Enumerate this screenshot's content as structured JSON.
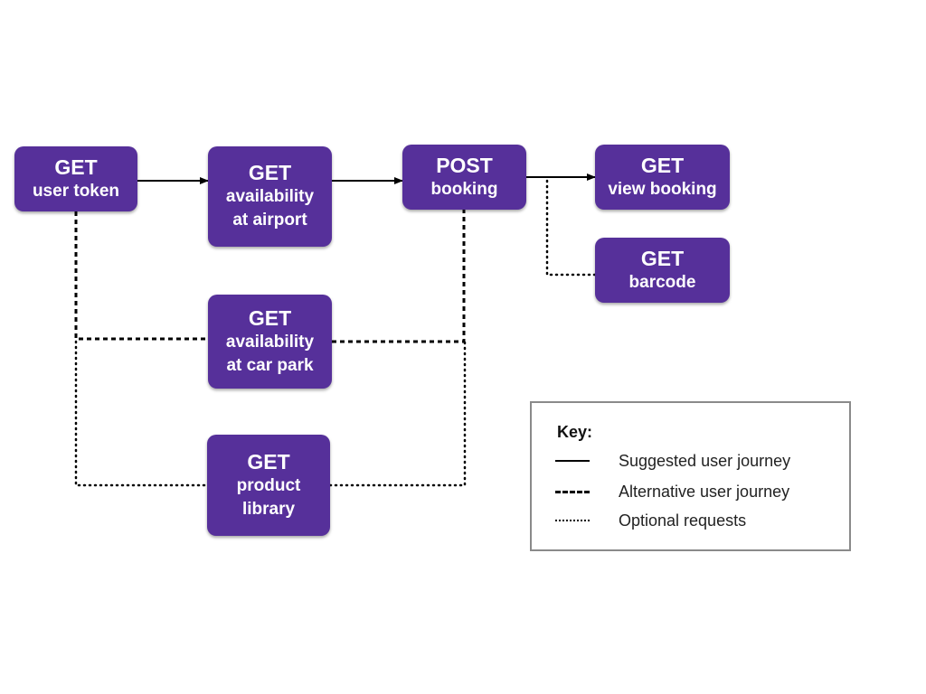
{
  "colors": {
    "node_fill": "#56309a",
    "node_text": "#ffffff",
    "connector": "#000000",
    "key_border": "#8a8a8a"
  },
  "nodes": {
    "user_token": {
      "method": "GET",
      "lines": [
        "user token"
      ]
    },
    "availability_airport": {
      "method": "GET",
      "lines": [
        "availability",
        "at airport"
      ]
    },
    "post_booking": {
      "method": "POST",
      "lines": [
        "booking"
      ]
    },
    "view_booking": {
      "method": "GET",
      "lines": [
        "view booking"
      ]
    },
    "barcode": {
      "method": "GET",
      "lines": [
        "barcode"
      ]
    },
    "availability_carpark": {
      "method": "GET",
      "lines": [
        "availability",
        "at car park"
      ]
    },
    "product_library": {
      "method": "GET",
      "lines": [
        "product",
        "library"
      ]
    }
  },
  "connections": [
    {
      "from": "user_token",
      "to": "availability_airport",
      "style": "solid",
      "arrow": true
    },
    {
      "from": "availability_airport",
      "to": "post_booking",
      "style": "solid",
      "arrow": true
    },
    {
      "from": "post_booking",
      "to": "view_booking",
      "style": "solid",
      "arrow": true
    },
    {
      "from": "post_booking",
      "to": "barcode",
      "style": "dotted",
      "arrow": false
    },
    {
      "from": "user_token",
      "to": "availability_carpark",
      "style": "dashed",
      "arrow": false
    },
    {
      "from": "availability_carpark",
      "to": "post_booking",
      "style": "dashed",
      "arrow": false
    },
    {
      "from": "user_token",
      "to": "product_library",
      "style": "dotted",
      "arrow": false
    },
    {
      "from": "product_library",
      "to": "post_booking",
      "style": "dotted",
      "arrow": false
    }
  ],
  "key": {
    "title": "Key:",
    "items": [
      {
        "style": "solid",
        "label": "Suggested user journey"
      },
      {
        "style": "dashed",
        "label": "Alternative user journey"
      },
      {
        "style": "dotted",
        "label": "Optional requests"
      }
    ]
  }
}
